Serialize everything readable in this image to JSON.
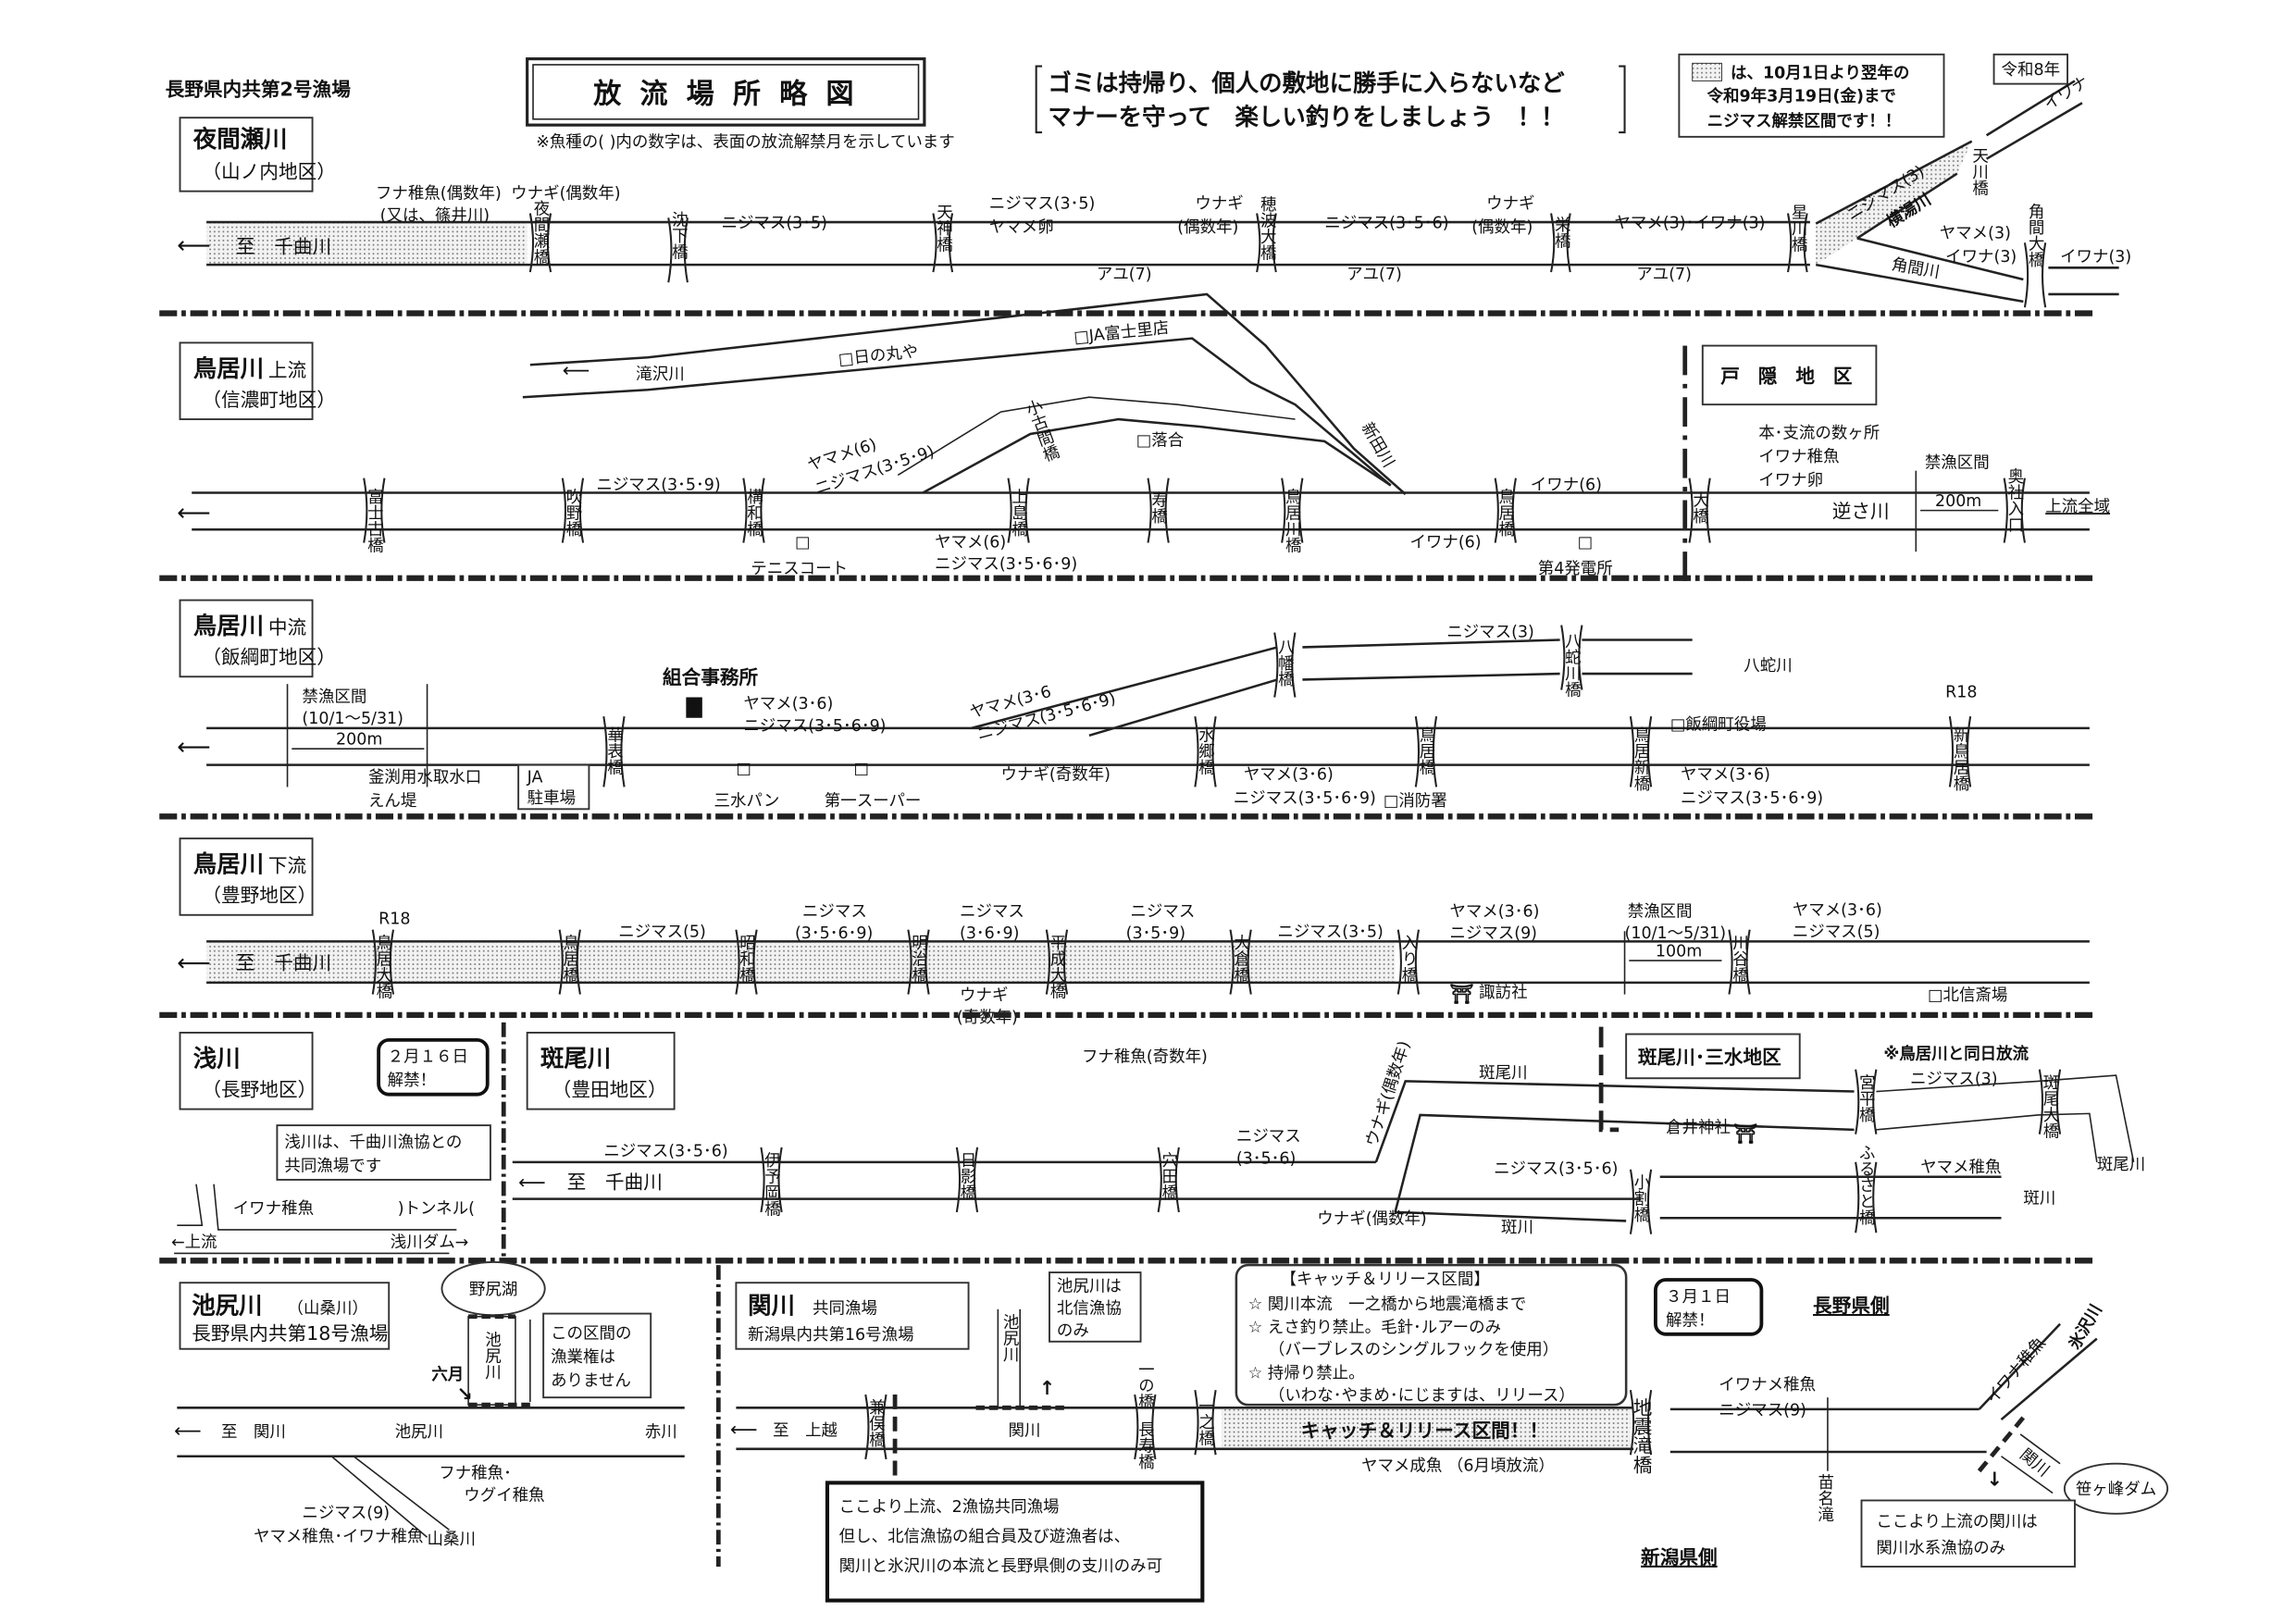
{
  "header": {
    "fishery": "長野県内共第2号漁場",
    "title": "放 流 場 所 略 図",
    "note": "※魚種の(  )内の数字は、表面の放流解禁月を示しています",
    "manners_line1": "ゴミは持帰り、個人の敷地に勝手に入らないなど",
    "manners_line2": "マナーを守って　楽しい釣りをしましょう　！！",
    "legend_line1": "は、10月1日より翌年の",
    "legend_line2": "令和9年3月19日(金)まで",
    "legend_line3": "ニジマス解禁区間です！！",
    "year_badge": "令和8年"
  },
  "sections": {
    "yomase": {
      "title": "夜間瀬川",
      "sub": "（山ノ内地区）",
      "to_label": "至　千曲川",
      "labels": {
        "funa": "フナ稚魚(偶数年)",
        "funa_alt": "(又は、篠井川)",
        "unagi1": "ウナギ(偶数年)",
        "nijimasu1": "ニジマス(3･5)",
        "nijimasu2": "ニジマス(3･5)",
        "yamame_egg": "ヤマメ卵",
        "ayu1": "アユ(7)",
        "unagi2a": "ウナギ",
        "unagi2b": "(偶数年)",
        "nijimasu3": "ニジマス(3･5･6)",
        "ayu2": "アユ(7)",
        "unagi3a": "ウナギ",
        "unagi3b": "(偶数年)",
        "yamame_iwana": "ヤマメ(3)･イワナ(3)",
        "ayu3": "アユ(7)",
        "nijimasu4": "ニジマス(3)",
        "yokoyu": "横湯川",
        "iwana_top": "イワナ",
        "yamame3": "ヤマメ(3)",
        "iwana3": "イワナ(3)",
        "kakuma": "角間川",
        "iwana3b": "イワナ(3)"
      },
      "bridges": [
        "夜間瀬橋",
        "沈下橋",
        "天神橋",
        "穂波大橋",
        "栄橋",
        "星川橋",
        "天川橋",
        "角間大橋"
      ]
    },
    "toriiUpper": {
      "title": "鳥居川",
      "title_sub": "上流",
      "sub": "（信濃町地区）",
      "takizawa": "滝沢川",
      "hinomaruya": "□日の丸や",
      "ja_fujisato": "□JA富士里店",
      "ochiai": "□落合",
      "shindenkawa": "新田川",
      "togakushi": "戸 隠 地 区",
      "labels": {
        "nijimasu_a": "ニジマス(3･5･9)",
        "yamame6": "ヤマメ(6)",
        "nijimasu_b": "ニジマス(3･5･9)",
        "yamame6b": "ヤマメ(6)",
        "nijimasu_c": "ニジマス(3･5･6･9)",
        "tennis": "テニスコート",
        "iwana6a": "イワナ(6)",
        "iwana6b": "イワナ(6)",
        "hatsuden": "第4発電所",
        "honshi": "本･支流の数ヶ所",
        "iwana_fry": "イワナ稚魚",
        "iwana_egg": "イワナ卵",
        "kinryo": "禁漁区間",
        "sakasagawa": "逆さ川",
        "dist": "200m",
        "joryu": "上流全域"
      },
      "bridges": [
        "富士古橋",
        "吹野橋",
        "構和橋",
        "小古間橋",
        "上島橋",
        "寿橋",
        "鳥居川橋",
        "鳥居橋",
        "大橋",
        "奥社入口"
      ]
    },
    "toriiMiddle": {
      "title": "鳥居川",
      "title_sub": "中流",
      "sub": "（飯綱町地区）",
      "kinryo": "禁漁区間",
      "kinryo_period": "(10/1～5/31)",
      "dist": "200m",
      "intake": "釜渕用水取水口",
      "entei": "えん堤",
      "ja_parking1": "JA",
      "ja_parking2": "駐車場",
      "office": "組合事務所",
      "labels": {
        "yamame36a": "ヤマメ(3･6)",
        "nijimasu3569a": "ニジマス(3･5･6･9)",
        "yamame36b": "ヤマメ(3･6",
        "nijimasu3569b": "ニジマス(3･5･6･9)",
        "unagi_odd": "ウナギ(奇数年)",
        "nijimasu3": "ニジマス(3)",
        "yatabigawa": "八蛇川",
        "yamame36c": "ヤマメ(3･6)",
        "nijimasu3569c": "ニジマス(3･5･6･9)",
        "yamame36d": "ヤマメ(3･6)",
        "nijimasu3569d": "ニジマス(3･5･6･9)",
        "sansui_pan": "三水パン",
        "daiichi": "第一スーパー",
        "shobosho": "□消防署",
        "yakuba": "□飯綱町役場",
        "r18": "R18"
      },
      "bridges": [
        "華表橋",
        "八幡橋",
        "水郷橋",
        "鳥居橋",
        "八蛇川橋",
        "鳥居新橋",
        "新鳥居橋"
      ]
    },
    "toriiLower": {
      "title": "鳥居川",
      "title_sub": "下流",
      "sub": "（豊野地区）",
      "to_label": "至　千曲川",
      "r18": "R18",
      "labels": {
        "nijimasu5": "ニジマス(5)",
        "nijimasu_a1": "ニジマス",
        "nijimasu_a2": "(3･5･6･9)",
        "nijimasu_b1": "ニジマス",
        "nijimasu_b2": "(3･6･9)",
        "unagi1": "ウナギ",
        "unagi2": "(奇数年)",
        "nijimasu_c1": "ニジマス",
        "nijimasu_c2": "(3･5･9)",
        "nijimasu35": "ニジマス(3･5)",
        "yamame36": "ヤマメ(3･6)",
        "nijimasu9": "ニジマス(9)",
        "suwasha": "諏訪社",
        "kinryo": "禁漁区間",
        "kinryo_period": "(10/1～5/31)",
        "dist": "100m",
        "yamame36b": "ヤマメ(3･6)",
        "nijimasu5b": "ニジマス(5)",
        "hokushin": "□北信斎場"
      },
      "bridges": [
        "鳥居大橋",
        "鳥居橋",
        "昭和橋",
        "明治橋",
        "平成大橋",
        "大倉橋",
        "入り橋",
        "川谷橋"
      ]
    },
    "asakawa": {
      "title": "浅川",
      "sub": "（長野地区）",
      "release1": "２月１６日",
      "release2": "解禁！",
      "note1": "浅川は、千曲川漁協との",
      "note2": "共同漁場です",
      "iwana_fry": "イワナ稚魚",
      "tunnel": ")トンネル(",
      "upstream": "←上流",
      "dam": "浅川ダム→"
    },
    "madaraoUpper": {
      "title": "斑尾川",
      "sub": "（豊田地区）",
      "to_label": "至　千曲川",
      "labels": {
        "nijimasu356a": "ニジマス(3･5･6)",
        "funa_odd": "フナ稚魚(奇数年)",
        "nijimasu_b1": "ニジマス",
        "nijimasu_b2": "(3･5･6)",
        "unagi_even_v": "ウナギ(偶数年)",
        "madarao1": "斑尾川",
        "nijimasu356c": "ニジマス(3･5･6)",
        "unagi_even": "ウナギ(偶数年)",
        "madagawa1": "斑川"
      },
      "bridges": [
        "伊予岡橋",
        "日影橋",
        "穴田橋",
        "小割橋"
      ]
    },
    "madaraoSansui": {
      "title": "斑尾川･三水地区",
      "same_day": "※鳥居川と同日放流",
      "nijimasu3": "ニジマス(3)",
      "kurai": "倉井神社",
      "yamame_fry": "ヤマメ稚魚",
      "madagawa": "斑川",
      "madarao": "斑尾川",
      "bridges": [
        "宮平橋",
        "斑尾大橋",
        "ふるさと橋"
      ]
    },
    "ikejiri": {
      "title": "池尻川",
      "title_sub": "（山桑川）",
      "fishery": "長野県内共第18号漁場",
      "nojiri": "野尻湖",
      "ikejiri_v": "池尻川",
      "rokugatsu": "六月",
      "no_right1": "この区間の",
      "no_right2": "漁業権は",
      "no_right3": "ありません",
      "to_label": "至　関川",
      "ikejiri_h": "池尻川",
      "akagawa": "赤川",
      "funa1": "フナ稚魚･",
      "ugui": "ウグイ稚魚",
      "nijimasu9": "ニジマス(9)",
      "yamame_iwana": "ヤマメ稚魚･イワナ稚魚",
      "yamaguwa": "山桑川"
    },
    "sekigawa": {
      "title": "関川",
      "title_sub": "共同漁場",
      "fishery": "新潟県内共第16号漁場",
      "ikejiri_v": "池尻川",
      "hokushin1": "池尻川は",
      "hokushin2": "北信漁協",
      "hokushin3": "のみ",
      "to_label": "至　上越",
      "sekigawa_h": "関川",
      "joint1": "ここより上流、2漁協共同漁場",
      "joint2": "但し、北信漁協の組合員及び遊漁者は、",
      "joint3": "関川と氷沢川の本流と長野県側の支川のみ可",
      "cr_title": "【キャッチ＆リリース区間】",
      "cr1": "☆ 関川本流　一之橋から地震滝橋まで",
      "cr2": "☆ えさ釣り禁止。毛針･ルアーのみ",
      "cr3": "（バーブレスのシングルフックを使用）",
      "cr4": "☆ 持帰り禁止。",
      "cr5": "（いわな･やまめ･にじますは、リリース）",
      "cr_banner": "キャッチ＆リリース区間！！",
      "yamame_adult": "ヤマメ成魚 （6月頃放流）",
      "release1": "３月１日",
      "release2": "解禁！",
      "nagano_side": "長野県側",
      "niigata_side": "新潟県側",
      "iwana_fry1": "イワナメ稚魚",
      "nijimasu9": "ニジマス(9)",
      "iwana_fry2": "イワナ稚魚",
      "hisawa": "氷沢川",
      "sekigawa_b": "関川",
      "sasagamine": "笹ヶ峰ダム",
      "upper1": "ここより上流の関川は",
      "upper2": "関川水系漁協のみ",
      "naena": "苗名滝",
      "bridges": [
        "兼俣橋",
        "一の橋",
        "長寿橋",
        "一之橋",
        "地震滝橋"
      ]
    }
  },
  "colors": {
    "ink": "#111111",
    "dots": "#888888"
  }
}
